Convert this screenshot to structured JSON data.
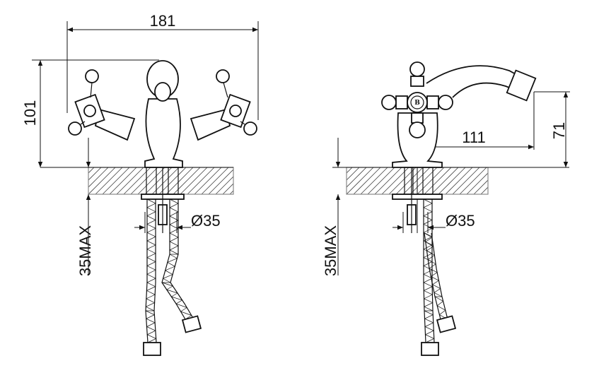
{
  "front_view": {
    "width_dim": "181",
    "height_dim": "101",
    "max_thickness_dim": "35MAX",
    "hole_diameter_dim": "Ø35"
  },
  "side_view": {
    "reach_dim": "111",
    "spout_height_dim": "71",
    "max_thickness_dim": "35MAX",
    "hole_diameter_dim": "Ø35",
    "handle_logo": "B"
  },
  "colors": {
    "line": "#111111",
    "background": "#ffffff"
  }
}
